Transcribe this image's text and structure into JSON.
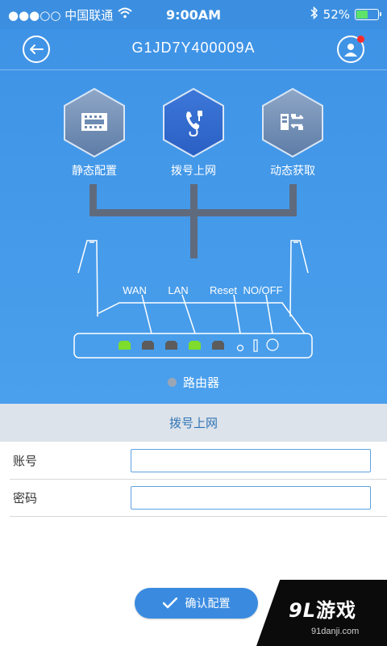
{
  "status_bar": {
    "carrier": "●●●○○ 中国联通",
    "time": "9:00AM",
    "battery": "52%",
    "battery_level": 0.52
  },
  "nav": {
    "title": "G1JD7Y400009A"
  },
  "modes": [
    {
      "label": "静态配置",
      "icon": "film-strip-icon"
    },
    {
      "label": "拨号上网",
      "icon": "phone-plug-icon"
    },
    {
      "label": "动态获取",
      "icon": "exchange-icon"
    }
  ],
  "router": {
    "labels": {
      "wan": "WAN",
      "lan": "LAN",
      "reset": "Reset",
      "power": "NO/OFF"
    },
    "name": "路由器"
  },
  "form": {
    "section_title": "拨号上网",
    "account_label": "账号",
    "account_value": "",
    "password_label": "密码",
    "password_value": ""
  },
  "confirm_button": "确认配置",
  "watermark": {
    "main_prefix": "9",
    "main_mid": "L",
    "main_suffix": "游戏",
    "sub": "91danji.com"
  },
  "colors": {
    "primary": "#3f93e6",
    "port_green": "#7ddc2c",
    "port_gray": "#5c5c5c"
  }
}
